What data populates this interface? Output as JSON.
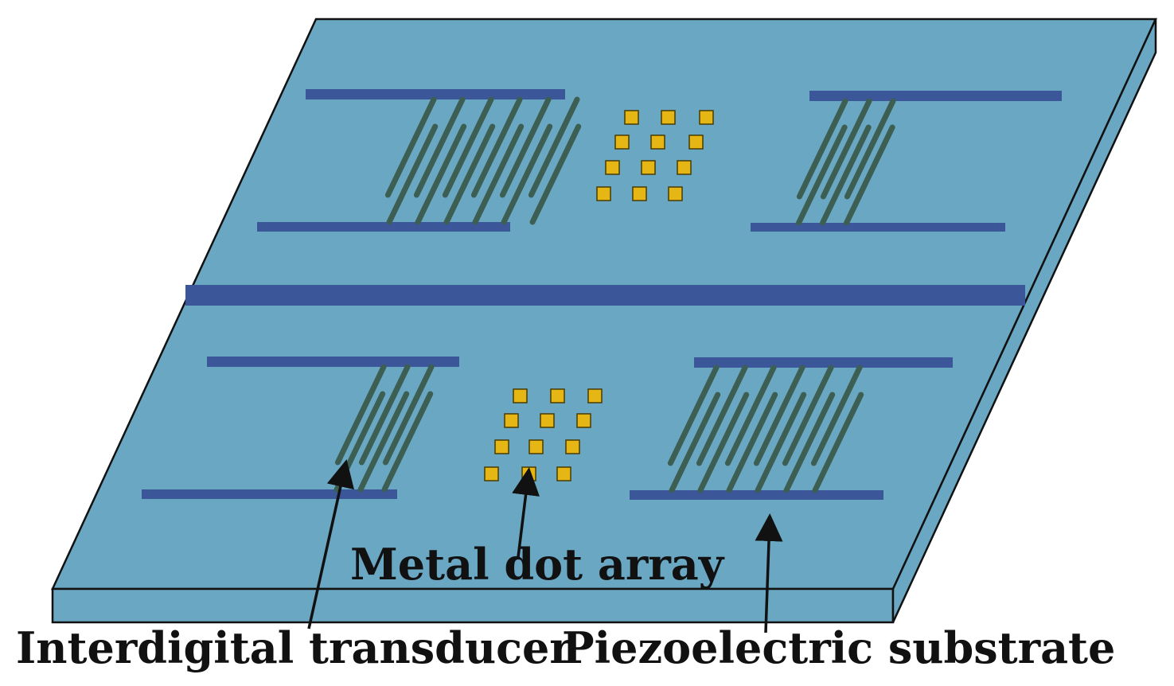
{
  "labels": {
    "metal_dot_array": "Metal dot array",
    "interdigital_transducer": "Interdigital transducer",
    "piezoelectric_substrate": "Piezoelectric substrate"
  },
  "colors": {
    "substrate": "#6aa7c3",
    "busbar": "#3b579a",
    "finger": "#3d5e52",
    "dot_fill": "#e6b714",
    "dot_stroke": "#4a3b00",
    "outline": "#111111"
  }
}
